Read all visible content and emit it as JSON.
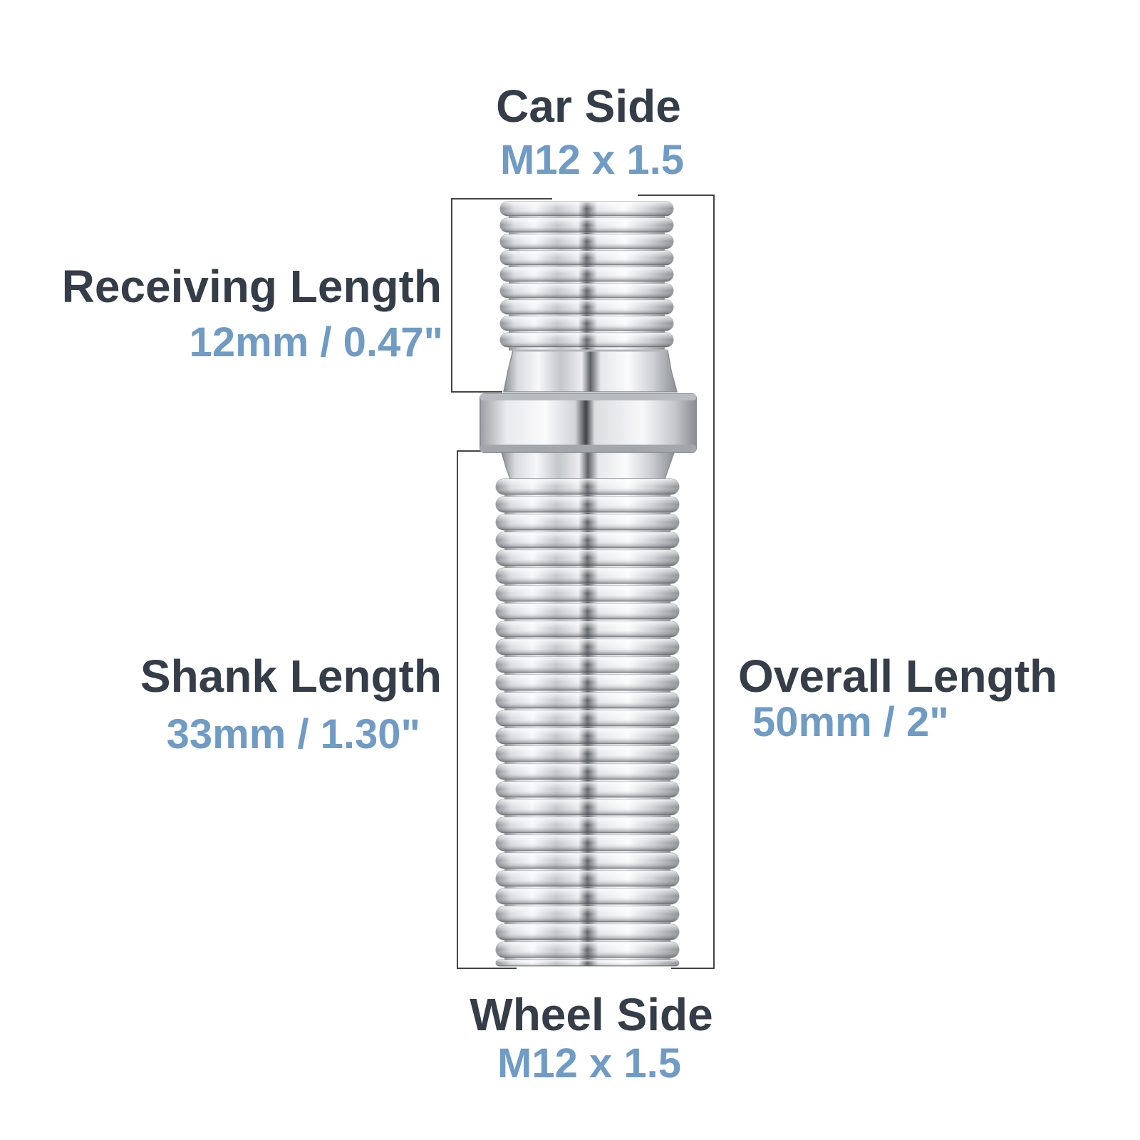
{
  "labels": {
    "car_side": {
      "title": "Car Side",
      "spec": "M12 x 1.5"
    },
    "receiving_length": {
      "title": "Receiving Length",
      "value": "12mm / 0.47\""
    },
    "shank_length": {
      "title": "Shank Length",
      "value": "33mm / 1.30\""
    },
    "overall_length": {
      "title": "Overall Length",
      "value": "50mm / 2\""
    },
    "wheel_side": {
      "title": "Wheel Side",
      "spec": "M12 x 1.5"
    }
  },
  "colors": {
    "label_dark": "#343d48",
    "label_blue": "#6f9bc4",
    "dimension_line": "#444444",
    "metal_light": "#f4f4f6",
    "metal_mid": "#c9cbd0",
    "metal_dark": "#7e8187"
  }
}
